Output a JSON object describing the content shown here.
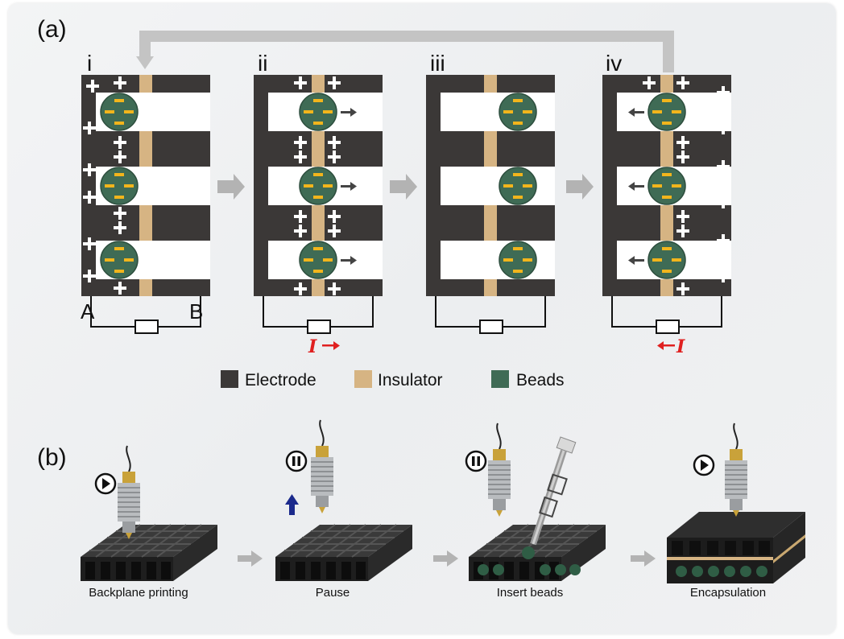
{
  "panel_a": {
    "label": "(a)",
    "stages": [
      "i",
      "ii",
      "iii",
      "iv"
    ],
    "terminal_a": "A",
    "terminal_b": "B",
    "current_ii": "I",
    "current_iv": "I",
    "legend": [
      {
        "label": "Electrode",
        "color": "#3b3837"
      },
      {
        "label": "Insulator",
        "color": "#d6b483"
      },
      {
        "label": "Beads",
        "color": "#3f6b55"
      }
    ]
  },
  "panel_b": {
    "label": "(b)",
    "steps": [
      "Backplane printing",
      "Pause",
      "Insert beads",
      "Encapsulation"
    ],
    "icons": [
      "play-icon",
      "pause-icon",
      "pause-icon",
      "play-icon"
    ]
  },
  "colors": {
    "electrode": "#3b3837",
    "insulator": "#d6b483",
    "bead": "#3f6b55",
    "charge": "#f2b51c",
    "current": "#e02020",
    "arrow": "#b3b3b3",
    "lift_arrow": "#1b2a8c"
  }
}
